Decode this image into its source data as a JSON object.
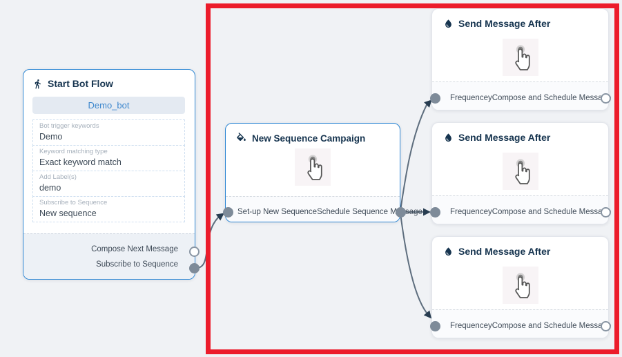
{
  "colors": {
    "highlight_red": "#ec1c2b",
    "node_border_blue": "#2e87d4",
    "title_navy": "#16344f",
    "edge_gray": "#5e6e7e",
    "port_gray": "#7e8b99"
  },
  "start_node": {
    "title": "Start Bot Flow",
    "bot_button_label": "Demo_bot",
    "fields": [
      {
        "label": "Bot trigger keywords",
        "value": "Demo"
      },
      {
        "label": "Keyword matching type",
        "value": "Exact keyword match"
      },
      {
        "label": "Add Label(s)",
        "value": "demo"
      },
      {
        "label": "Subscribe to Sequence",
        "value": "New sequence"
      }
    ],
    "output_ports": [
      {
        "label": "Compose Next Message",
        "state": "unconnected"
      },
      {
        "label": "Subscribe to Sequence",
        "state": "connected"
      }
    ]
  },
  "sequence_node": {
    "title": "New Sequence Campaign",
    "left_port_label": "Set-up New Sequence",
    "right_port_label": "Schedule Sequence Message"
  },
  "send_nodes": [
    {
      "title": "Send Message After",
      "left_port_label": "Frequencey",
      "right_port_label": "Compose and Schedule Message"
    },
    {
      "title": "Send Message After",
      "left_port_label": "Frequencey",
      "right_port_label": "Compose and Schedule Message"
    },
    {
      "title": "Send Message After",
      "left_port_label": "Frequencey",
      "right_port_label": "Compose and Schedule Message"
    }
  ]
}
